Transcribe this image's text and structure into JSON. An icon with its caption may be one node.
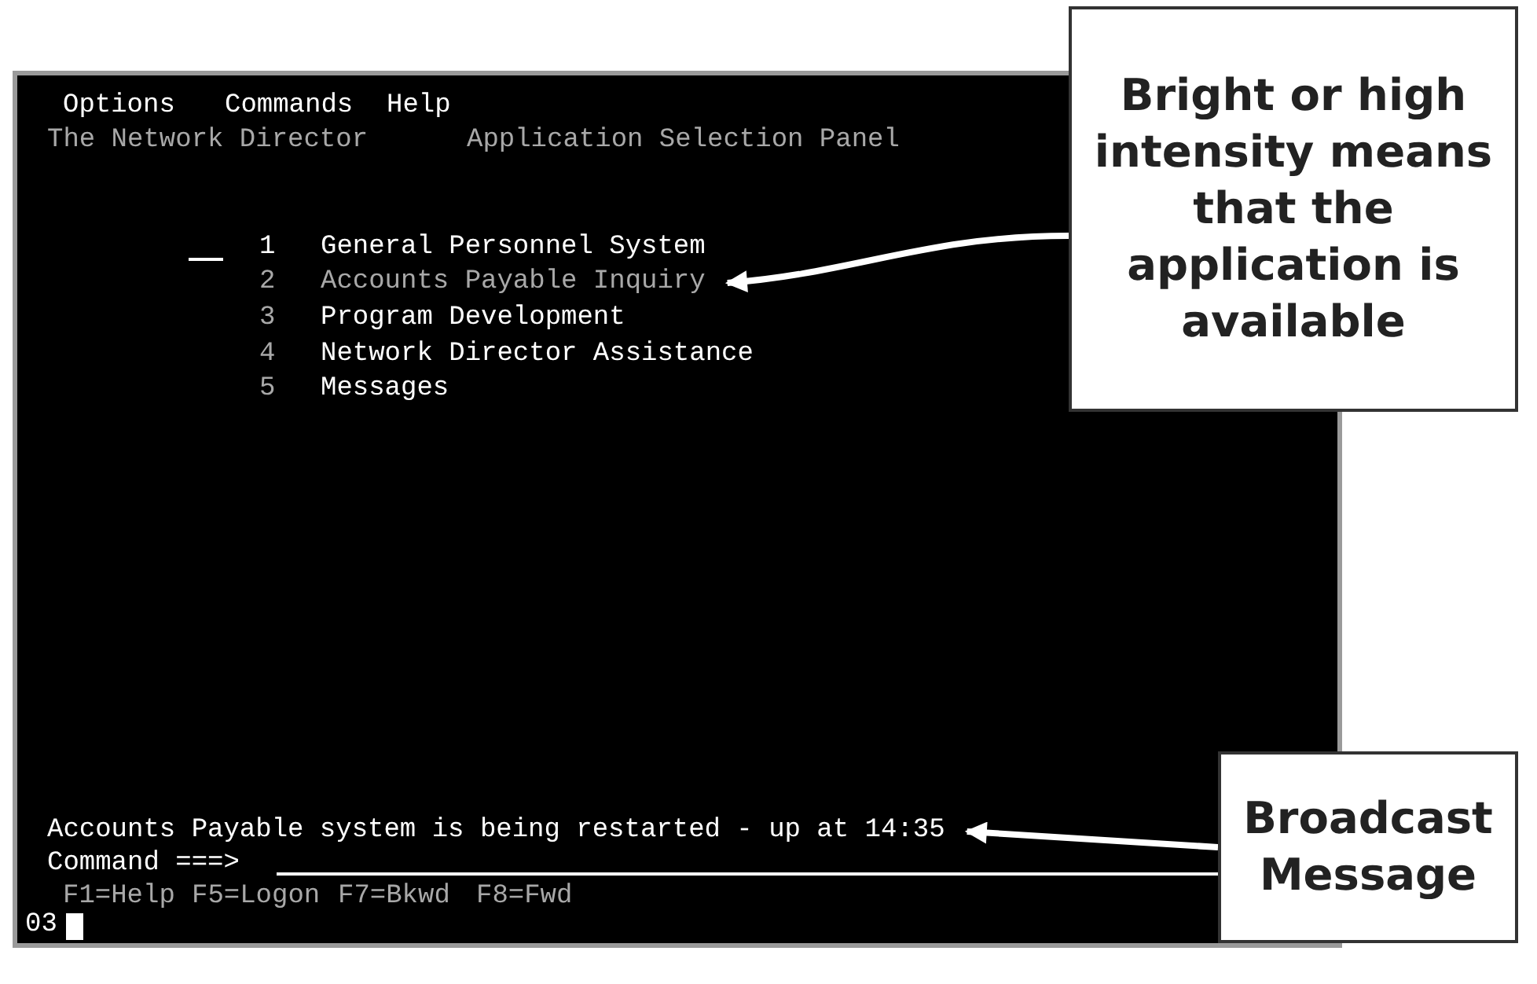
{
  "diagram": {
    "nodes": [
      {
        "text": [
          "Bright or high intensity means that the application is available"
        ]
      },
      {
        "text": [
          "Accounts Payable Inquiry"
        ]
      },
      {
        "text": [
          "Broadcast Message"
        ]
      },
      {
        "text": [
          "Accounts Payable system is being restarted - up at 14:35"
        ]
      }
    ],
    "edges": [
      {
        "from": 0,
        "to": 1,
        "arrow": "to"
      },
      {
        "from": 2,
        "to": 3,
        "arrow": "to"
      }
    ],
    "labels": [
      "Options",
      "Commands",
      "Help",
      "The Network Director",
      "Application Selection Panel",
      "1",
      "General Personnel System",
      "2",
      "3",
      "Program Development",
      "4",
      "Network Director Assistance",
      "5",
      "Messages",
      "Command ===>",
      "F1=Help",
      "F5=Logon",
      "F7=Bkwd",
      "F8=Fwd",
      "03"
    ]
  }
}
